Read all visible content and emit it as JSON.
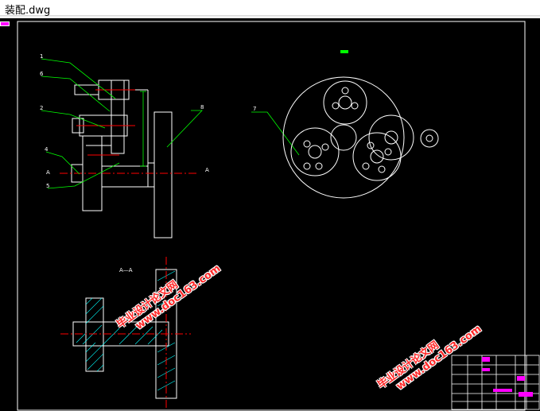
{
  "window": {
    "title": "装配.dwg"
  },
  "drawing": {
    "section_label": "A—A",
    "cut_label_left": "A",
    "cut_label_right": "A",
    "callouts": [
      "1",
      "6",
      "2",
      "4",
      "5",
      "8",
      "7"
    ],
    "colors": {
      "background": "#000000",
      "lines": "#ffffff",
      "leaders": "#00ff00",
      "dimensions": "#00ff00",
      "centerlines": "#ff0000",
      "hatch": "#00ffff",
      "highlight": "#ff00ff"
    }
  },
  "watermarks": [
    {
      "line1": "毕业设计论文网",
      "line2": "www.doc163.com"
    },
    {
      "line1": "毕业设计论文网",
      "line2": "www.doc163.com"
    }
  ]
}
